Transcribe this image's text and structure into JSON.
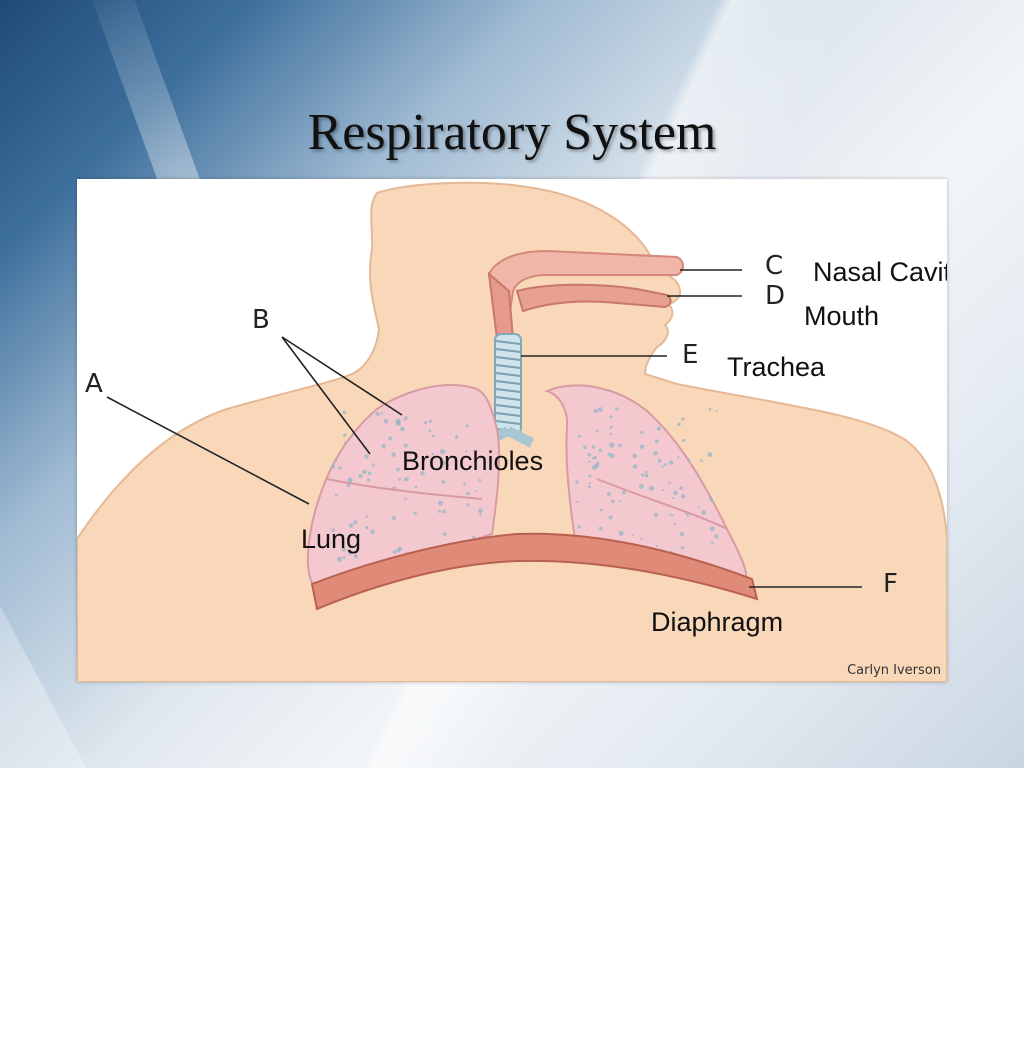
{
  "slide": {
    "title": "Respiratory System"
  },
  "diagram": {
    "credit": "Carlyn Iverson",
    "letters": {
      "a": "A",
      "b": "B",
      "c": "C",
      "d": "D",
      "e": "E",
      "f": "F"
    },
    "labels": {
      "nasal_cavity": "Nasal Cavity",
      "mouth": "Mouth",
      "trachea": "Trachea",
      "bronchioles": "Bronchioles",
      "lung": "Lung",
      "diaphragm": "Diaphragm"
    },
    "colors": {
      "skin": "#f8d8b8",
      "skin_edge": "#e6b896",
      "lung": "#f3c9cf",
      "lung_edge": "#d99aa4",
      "airway": "#e59a8c",
      "diaphragm": "#e08a78"
    }
  }
}
